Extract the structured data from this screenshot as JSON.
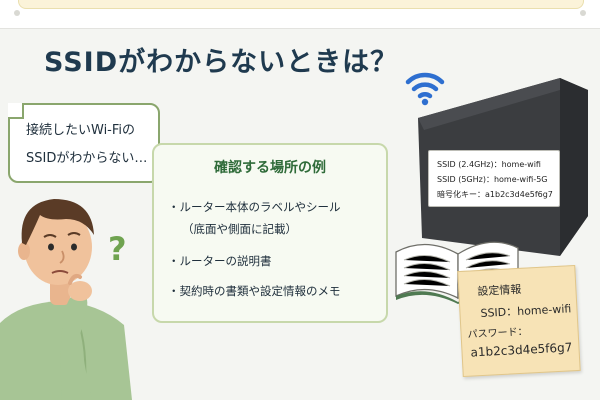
{
  "heading": "SSIDがわからないときは？",
  "speech": {
    "line1": "接続したいWi-Fiの",
    "line2": "SSIDがわからない…"
  },
  "info": {
    "title": "確認する場所の例",
    "items": [
      "・ルーター本体のラベルやシール",
      "（底面や側面に記載）",
      "・ルーターの説明書",
      "・契約時の書類や設定情報のメモ"
    ]
  },
  "router_label": {
    "ssid24": "SSID (2.4GHz)：home-wifi",
    "ssid5": "SSID (5GHz)：home-wifi-5G",
    "key": "暗号化キー：a1b2c3d4e5f6g7"
  },
  "note": {
    "title": "設定情報",
    "ssid": "SSID：home-wifi",
    "password_label": "パスワード：",
    "password": "a1b2c3d4e5f6g7"
  },
  "icons": [
    "wifi-icon",
    "question-mark-icon",
    "router",
    "open-book",
    "confused-person"
  ],
  "colors": {
    "heading": "#1f3a4f",
    "accent_green": "#2f6b39",
    "wifi_blue": "#2e6fd0",
    "router": "#3b3d40",
    "note": "#f7e3b6"
  }
}
